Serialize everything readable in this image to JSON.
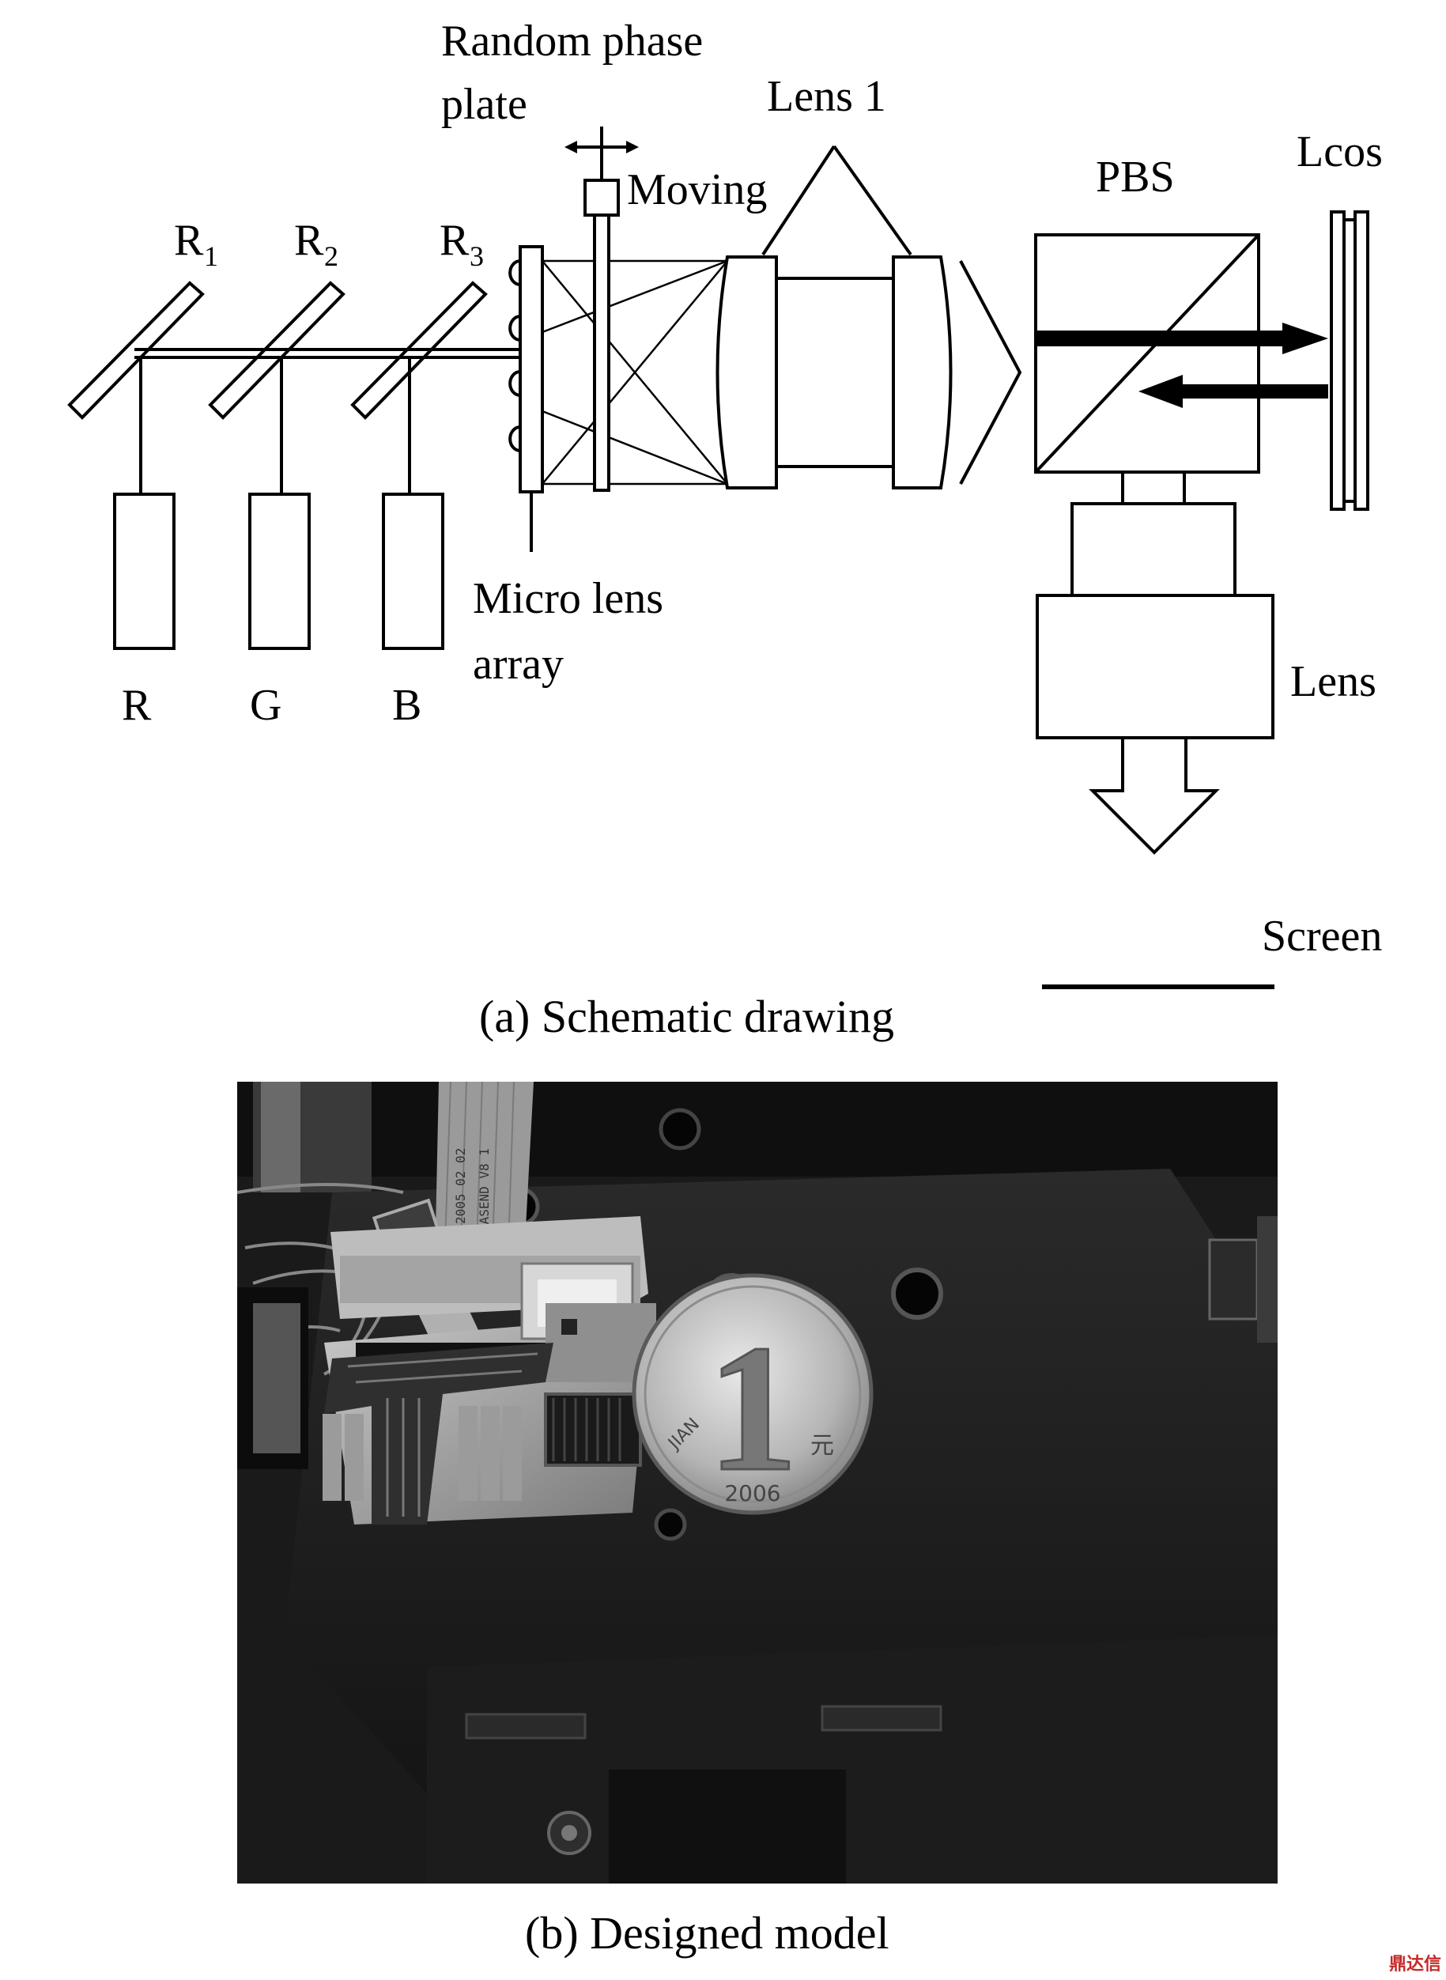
{
  "labels": {
    "random_phase_plate_line1": "Random phase",
    "random_phase_plate_line2": "plate",
    "lens1": "Lens 1",
    "moving": "Moving",
    "pbs": "PBS",
    "lcos": "Lcos",
    "r1": "R",
    "r1_sub": "1",
    "r2": "R",
    "r2_sub": "2",
    "r3": "R",
    "r3_sub": "3",
    "micro_lens_line1": "Micro lens",
    "micro_lens_line2": "array",
    "laser_r": "R",
    "laser_g": "G",
    "laser_b": "B",
    "lens": "Lens",
    "screen": "Screen"
  },
  "captions": {
    "a": "(a) Schematic drawing",
    "b": "(b) Designed model"
  },
  "photo": {
    "ribbon_text_1": "2005 02 02",
    "ribbon_text_2": "LASEND V8 1",
    "coin_numeral": "1",
    "coin_year": "2006",
    "coin_left": "JIAN",
    "coin_right": "元"
  },
  "watermark": "鼎达信"
}
